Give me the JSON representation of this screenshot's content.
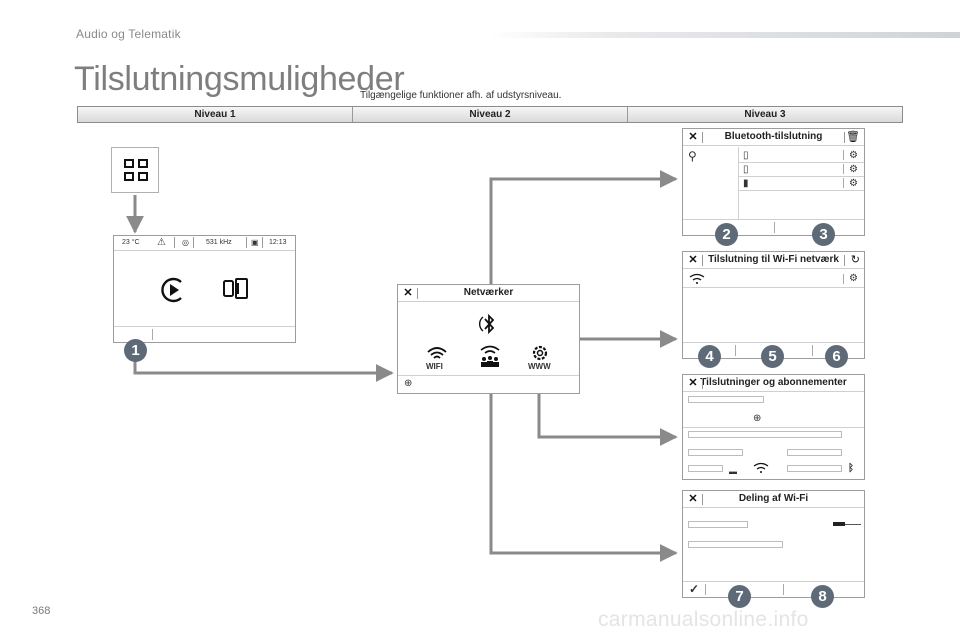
{
  "header": {
    "section": "Audio og Telematik"
  },
  "page": {
    "title": "Tilslutningsmuligheder",
    "subtitle": "Tilgængelige funktioner afh. af udstyrsniveau.",
    "number": "368"
  },
  "levels": [
    "Niveau 1",
    "Niveau 2",
    "Niveau 3"
  ],
  "home_screen": {
    "temperature": "23 °C",
    "frequency": "531 kHz",
    "time": "12:13"
  },
  "panels": {
    "netvaerker": {
      "title": "Netværker",
      "wifi_label": "WIFI",
      "www_label": "WWW"
    },
    "bluetooth": {
      "title": "Bluetooth-tilslutning"
    },
    "wifi_network": {
      "title": "Tilslutning til Wi-Fi netværk"
    },
    "subscriptions": {
      "title": "Tilslutninger og abonnementer"
    },
    "wifi_sharing": {
      "title": "Deling af Wi-Fi"
    }
  },
  "badges": [
    "1",
    "2",
    "3",
    "4",
    "5",
    "6",
    "7",
    "8"
  ],
  "watermark": "carmanualsonline.info",
  "colors": {
    "badge": "#5e6a78",
    "connector": "#8a8a8a",
    "title": "#7e7e7e"
  }
}
